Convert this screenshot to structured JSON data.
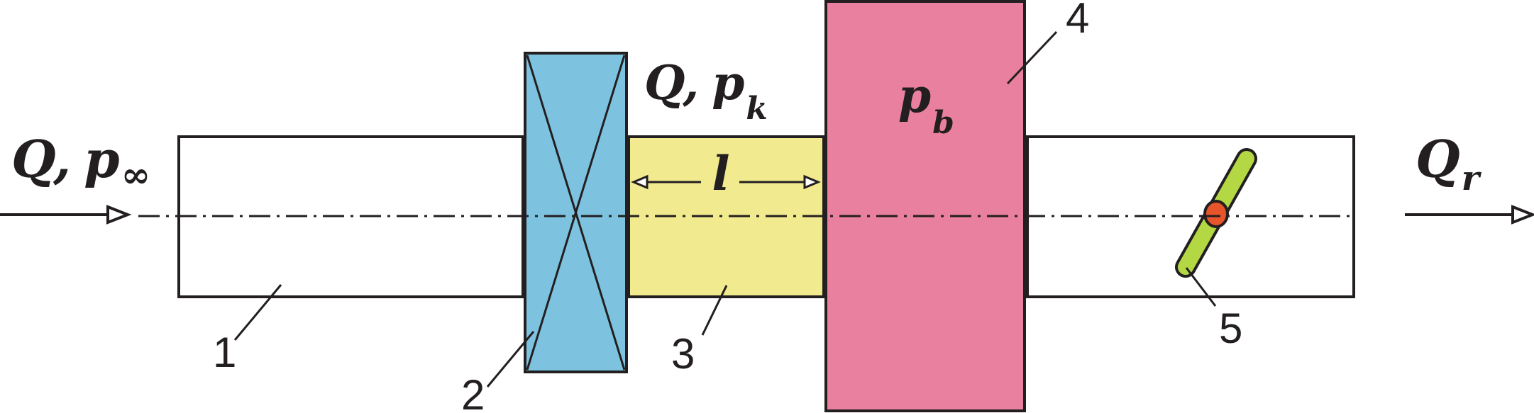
{
  "colors": {
    "outline": "#231f20",
    "element2_fill": "#7dc3df",
    "element3_fill": "#f2ea8e",
    "element4_fill": "#ea809f",
    "element5_fill": "#b3d843",
    "element5_pivot": "#e8552a",
    "background": "#ffffff"
  },
  "labels": {
    "inlet_q": "Q",
    "inlet_sep": ",",
    "inlet_p": "p",
    "inlet_p_sub": "∞",
    "mid_q": "Q",
    "mid_sep": ",",
    "mid_p": "p",
    "mid_p_sub": "k",
    "length": "l",
    "box_p": "p",
    "box_p_sub": "b",
    "outlet_q": "Q",
    "outlet_q_sub": "r"
  },
  "callouts": {
    "c1": "1",
    "c2": "2",
    "c3": "3",
    "c4": "4",
    "c5": "5"
  }
}
